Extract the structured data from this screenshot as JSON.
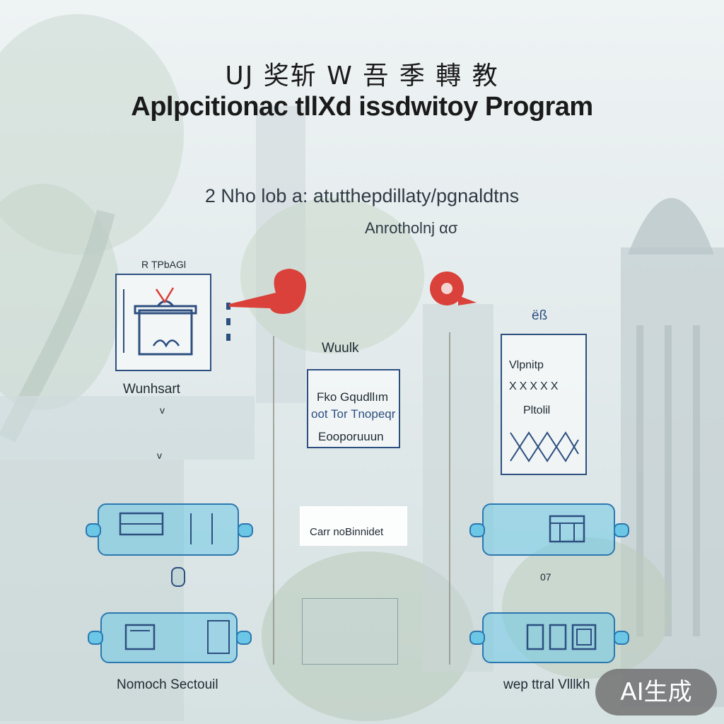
{
  "header": {
    "title_cn": "UJ 奖斩 W 吾 季 轉 教",
    "title_en": "Aplpcitionac tllXd issdwitoy Program"
  },
  "subtitle": {
    "line1": "2 Nho lob a: atutthepdillaty/pgnaldtns",
    "line2": "Anrotholnj ασ"
  },
  "left_column": {
    "top_card_label": "R ṬPbAGl",
    "caption": "Wunhsart",
    "arrow_glyph": "v",
    "arrow_glyph2": "v",
    "bottom_label": "Nomoch Sectouil"
  },
  "middle_column": {
    "heading": "Wuulk",
    "card_lines": [
      "Fko Gqudllım",
      "oot Tor Tnopeqr",
      "Eooporuuun"
    ],
    "card2_label": "Carr noBinnidet"
  },
  "right_column": {
    "top_label": "ëß",
    "card_lines": [
      "Vlpnitp",
      "ΧΧΧΧΧ",
      "Pltolil"
    ],
    "mid_glyph": "07",
    "bottom_label": "wep ttral Vlllkh"
  },
  "watermark": {
    "label": "AI生成"
  },
  "colors": {
    "accent_red": "#d9413a",
    "teal": "#6cc7e6",
    "navy": "#2d4f80"
  }
}
